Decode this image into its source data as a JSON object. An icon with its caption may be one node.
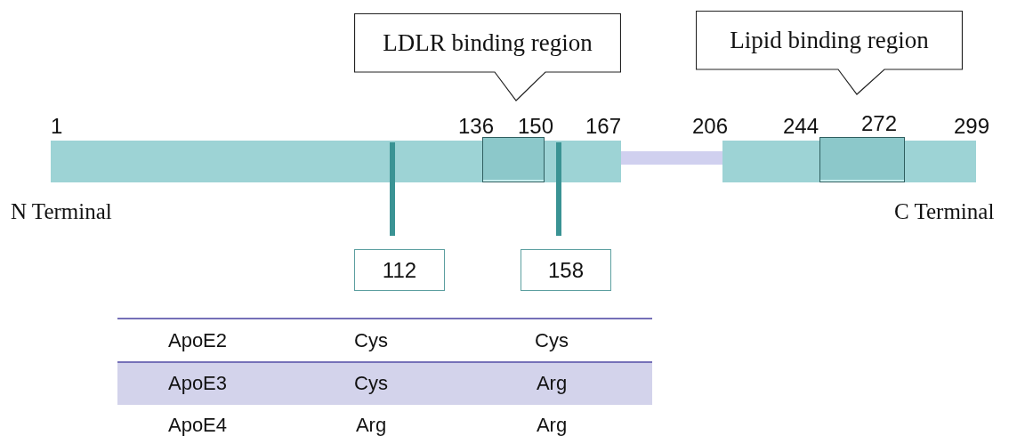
{
  "diagram": {
    "nodes": [
      {
        "text": [
          "LDLR binding region"
        ]
      },
      {
        "text": [
          "Lipid binding region"
        ]
      },
      {
        "text": [],
        "shape": "bar"
      },
      {
        "text": [],
        "shape": "box",
        "in": 2
      },
      {
        "text": [],
        "shape": "bar"
      },
      {
        "text": [],
        "shape": "bar"
      },
      {
        "text": [],
        "shape": "box",
        "in": 5
      },
      {
        "text": [
          "112"
        ]
      },
      {
        "text": [
          "158"
        ]
      }
    ],
    "edges": [
      {
        "from": 7,
        "to": 2,
        "arrow": "none"
      },
      {
        "from": 8,
        "to": 2,
        "arrow": "none"
      }
    ],
    "labels": [
      "1",
      "136",
      "150",
      "167",
      "206",
      "244",
      "272",
      "299",
      "N Terminal",
      "C Terminal",
      "ApoE2",
      "Cys",
      "Cys",
      "ApoE3",
      "Cys",
      "Arg",
      "ApoE4",
      "Arg",
      "Arg"
    ]
  }
}
